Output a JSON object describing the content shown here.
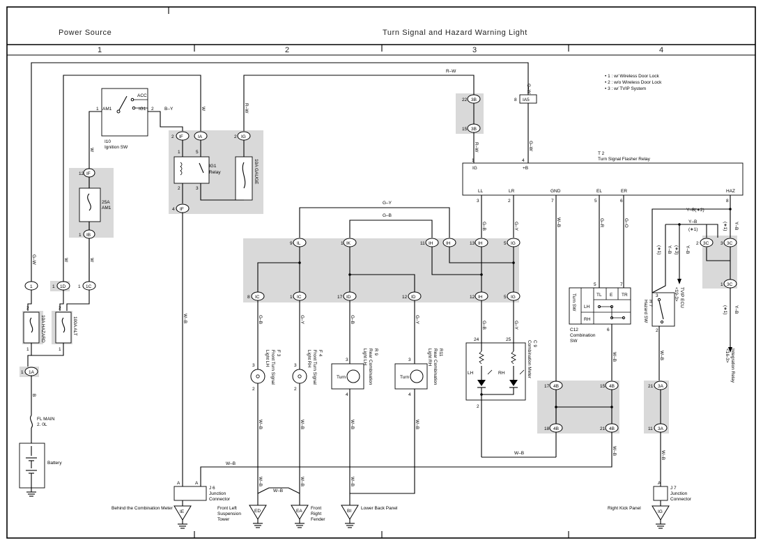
{
  "header": {
    "left_title": "Power Source",
    "right_title": "Turn Signal and Hazard Warning Light",
    "columns": [
      "1",
      "2",
      "3",
      "4"
    ]
  },
  "notes": [
    "• 1 : w/ Wireless Door Lock",
    "• 2 : w/o Wireless Door Lock",
    "• 3 : w/ TVIP System"
  ],
  "components": {
    "ignition_switch": {
      "code": "I10",
      "name": "Ignition SW",
      "t_acc": "ACC",
      "t_am1": "AM1",
      "t_ig1": "IG1",
      "pin1": "1",
      "pin2": "2"
    },
    "fuse_am1": {
      "rating": "25A",
      "name": "AM1"
    },
    "fuse_hazard": "10A HAZARD",
    "fuse_alt": "100A ALT",
    "fuse_gauge": "10A GAUGE",
    "ig1_relay": {
      "name": "IG1",
      "sub": "Relay",
      "pins": [
        "1",
        "5",
        "2",
        "3"
      ]
    },
    "fl_main": {
      "name": "FL MAIN",
      "rating": "2. 0L"
    },
    "battery": "Battery",
    "flasher": {
      "code": "T 2",
      "name": "Turn Signal Flasher Relay",
      "t_ig": "IG",
      "t_b": "+B",
      "t_ll": "LL",
      "t_lr": "LR",
      "t_gnd": "GND",
      "t_el": "EL",
      "t_er": "ER",
      "t_haz": "HAZ"
    },
    "f3": {
      "code": "F 3",
      "l1": "Front Turn Signal",
      "l2": "Light LH"
    },
    "f4": {
      "code": "F 4",
      "l1": "Front Turn Signal",
      "l2": "Light RH"
    },
    "r9": {
      "code": "R 9",
      "l1": "Rear Combination",
      "l2": "Light LH",
      "inner": "Turn"
    },
    "r11": {
      "code": "R11",
      "l1": "Rear Combination",
      "l2": "Light RH",
      "inner": "Turn"
    },
    "meter": {
      "code": "C 9",
      "name": "Combination Meter",
      "lh": "LH",
      "rh": "RH",
      "p24": "24",
      "p25": "25",
      "p2": "2"
    },
    "comb_sw": {
      "code": "C12",
      "l1": "Combination",
      "l2": "SW",
      "turn": "Turn SW",
      "tl": "TL",
      "e": "E",
      "tr": "TR",
      "lh": "LH",
      "rh": "RH",
      "p5": "5",
      "p7": "7",
      "p6": "6"
    },
    "hazard_sw": {
      "code": "H 7",
      "name": "Hazard SW",
      "p3": "3",
      "p2": "2"
    },
    "j6": {
      "code": "J 6",
      "l1": "Junction",
      "l2": "Connector",
      "a": "A"
    },
    "j7": {
      "code": "J 7",
      "l1": "Junction",
      "l2": "Connector",
      "a": "A"
    },
    "tvip": {
      "l1": "TVIP ECU",
      "l2": "<19-3>"
    },
    "integ": {
      "l1": "Integration Relay",
      "l2": "<16-3>"
    }
  },
  "grounds": {
    "IE": "Behind the Combination Meter",
    "ED": "Front Left Suspension Tower",
    "EA": "Front Right Fender",
    "BI": "Lower Back Panel",
    "IG": "Right Kick Panel"
  },
  "wires": {
    "RW": "R–W",
    "GW": "G–W",
    "W": "W",
    "BY": "B–Y",
    "WB": "W–B",
    "GB": "G–B",
    "GY": "G–Y",
    "GR": "G–R",
    "GO": "G–O",
    "YB": "Y–B",
    "B": "B",
    "YB2": "Y–B(∗2)",
    "s1": "(∗1)",
    "s3": "(∗3)"
  },
  "connectors": {
    "IF": "IF",
    "IA": "IA",
    "IG": "IG",
    "IB": "IB",
    "C1D": "1D",
    "C1C": "1C",
    "C1A": "1A",
    "C1": "1",
    "C3B": "3B",
    "IA5": "IA5",
    "IL": "IL",
    "IK": "IK",
    "IH": "IH",
    "IC": "IC",
    "ID": "ID",
    "C4B": "4B",
    "C3A": "3A",
    "C3C": "3C"
  },
  "pins": {
    "p1": "1",
    "p2": "2",
    "p3": "3",
    "p4": "4",
    "p5": "5",
    "p6": "6",
    "p7": "7",
    "p8": "8",
    "p9": "9",
    "p11": "11",
    "p12": "12",
    "p13": "13",
    "p15": "15",
    "p17": "17",
    "p18": "18",
    "p21": "21",
    "p22": "22"
  }
}
